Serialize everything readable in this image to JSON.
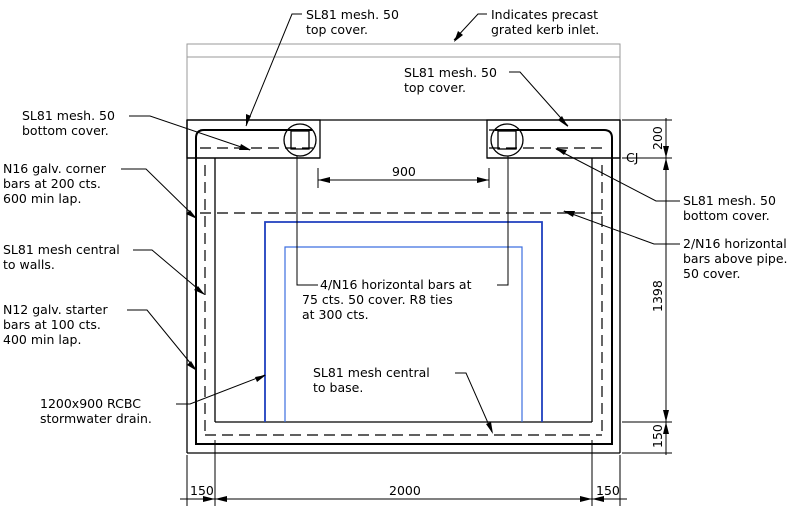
{
  "labels": {
    "sl81_top_cover_left": [
      "SL81 mesh. 50",
      "top cover."
    ],
    "precast_kerb": [
      "Indicates precast",
      "grated kerb inlet."
    ],
    "sl81_top_cover_right": [
      "SL81 mesh. 50",
      "top cover."
    ],
    "sl81_bottom_cover_left": [
      "SL81 mesh. 50",
      "bottom cover."
    ],
    "corner_bars": [
      "N16 galv. corner",
      "bars at 200 cts.",
      "600 min lap."
    ],
    "mesh_central_walls": [
      "SL81 mesh central",
      "to walls."
    ],
    "starter_bars": [
      "N12 galv. starter",
      "bars at 100 cts.",
      "400 min lap."
    ],
    "rcbc_drain": [
      "1200x900 RCBC",
      "stormwater drain."
    ],
    "horizontal_bars": [
      "4/N16 horizontal bars at",
      "75 cts. 50 cover. R8 ties",
      "at 300 cts."
    ],
    "mesh_central_base": [
      "SL81 mesh central",
      "to base."
    ],
    "sl81_bottom_cover_right": [
      "SL81 mesh. 50",
      "bottom cover."
    ],
    "bars_above_pipe": [
      "2/N16 horizontal",
      "bars above pipe.",
      "50 cover."
    ],
    "construction_joint": "CJ"
  },
  "dimensions": {
    "opening_gap": "900",
    "top_slab": "200",
    "wall_height": "1398",
    "base_slab": "150",
    "left_wall": "150",
    "internal_width": "2000",
    "right_wall": "150"
  }
}
